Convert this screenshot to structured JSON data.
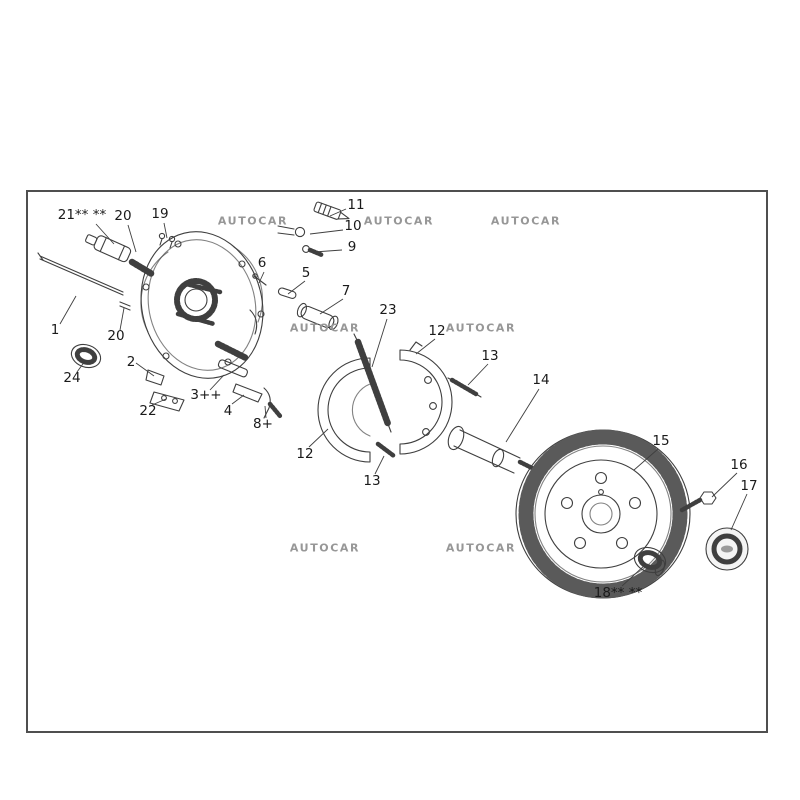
{
  "diagram": {
    "watermark_text": "AUTOCAR",
    "colors": {
      "line": "#3f3f3f",
      "label": "#1a1a1a",
      "watermark": "#979797",
      "border": "#4f4f4f"
    },
    "labels": {
      "l1": "1",
      "l2": "2",
      "l3": "3++",
      "l4": "4",
      "l5": "5",
      "l6": "6",
      "l7": "7",
      "l8": "8+",
      "l9": "9",
      "l10": "10",
      "l11": "11",
      "l12_upper": "12",
      "l12_lower": "12",
      "l13_upper": "13",
      "l13_lower": "13",
      "l14": "14",
      "l15": "15",
      "l16": "16",
      "l17": "17",
      "l18": "18** **",
      "l19": "19",
      "l20_top": "20",
      "l20_bottom": "20",
      "l21": "21** **",
      "l22": "22",
      "l23": "23",
      "l24": "24"
    }
  }
}
